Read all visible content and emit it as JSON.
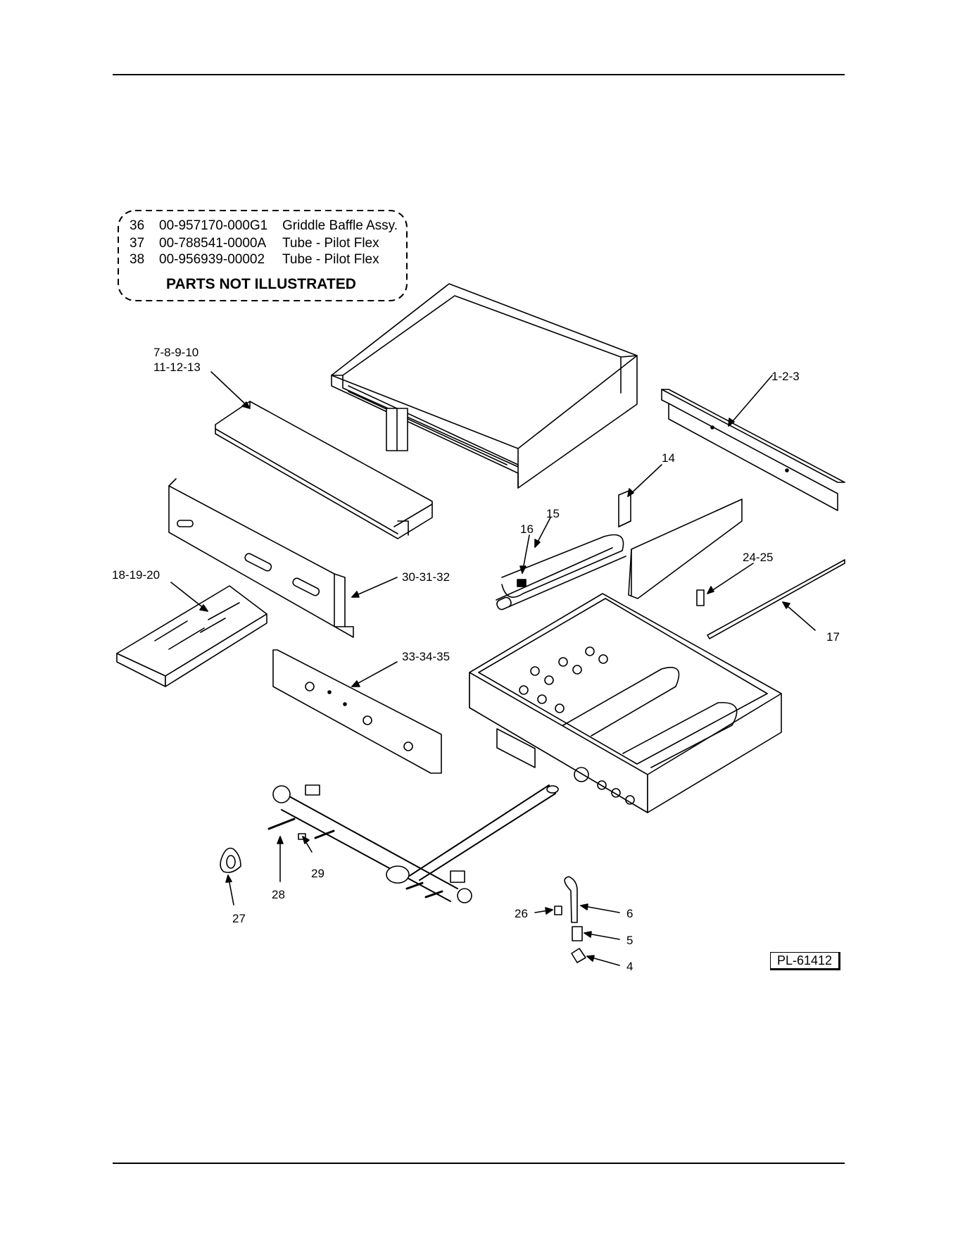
{
  "not_illustrated": {
    "title": "PARTS NOT ILLUSTRATED",
    "items": [
      {
        "item": "36",
        "part_no": "00-957170-000G1",
        "description": "Griddle Baffle Assy."
      },
      {
        "item": "37",
        "part_no": "00-788541-0000A",
        "description": "Tube - Pilot Flex"
      },
      {
        "item": "38",
        "part_no": "00-956939-00002",
        "description": "Tube - Pilot Flex"
      }
    ]
  },
  "callouts": {
    "c7_13_a": "7-8-9-10",
    "c7_13_b": "11-12-13",
    "c1_3": "1-2-3",
    "c14": "14",
    "c15": "15",
    "c16": "16",
    "c24_25": "24-25",
    "c18_20": "18-19-20",
    "c30_32": "30-31-32",
    "c17": "17",
    "c33_35": "33-34-35",
    "c29": "29",
    "c28": "28",
    "c27": "27",
    "c26": "26",
    "c6": "6",
    "c5": "5",
    "c4": "4"
  },
  "drawing_ref": "PL-61412"
}
